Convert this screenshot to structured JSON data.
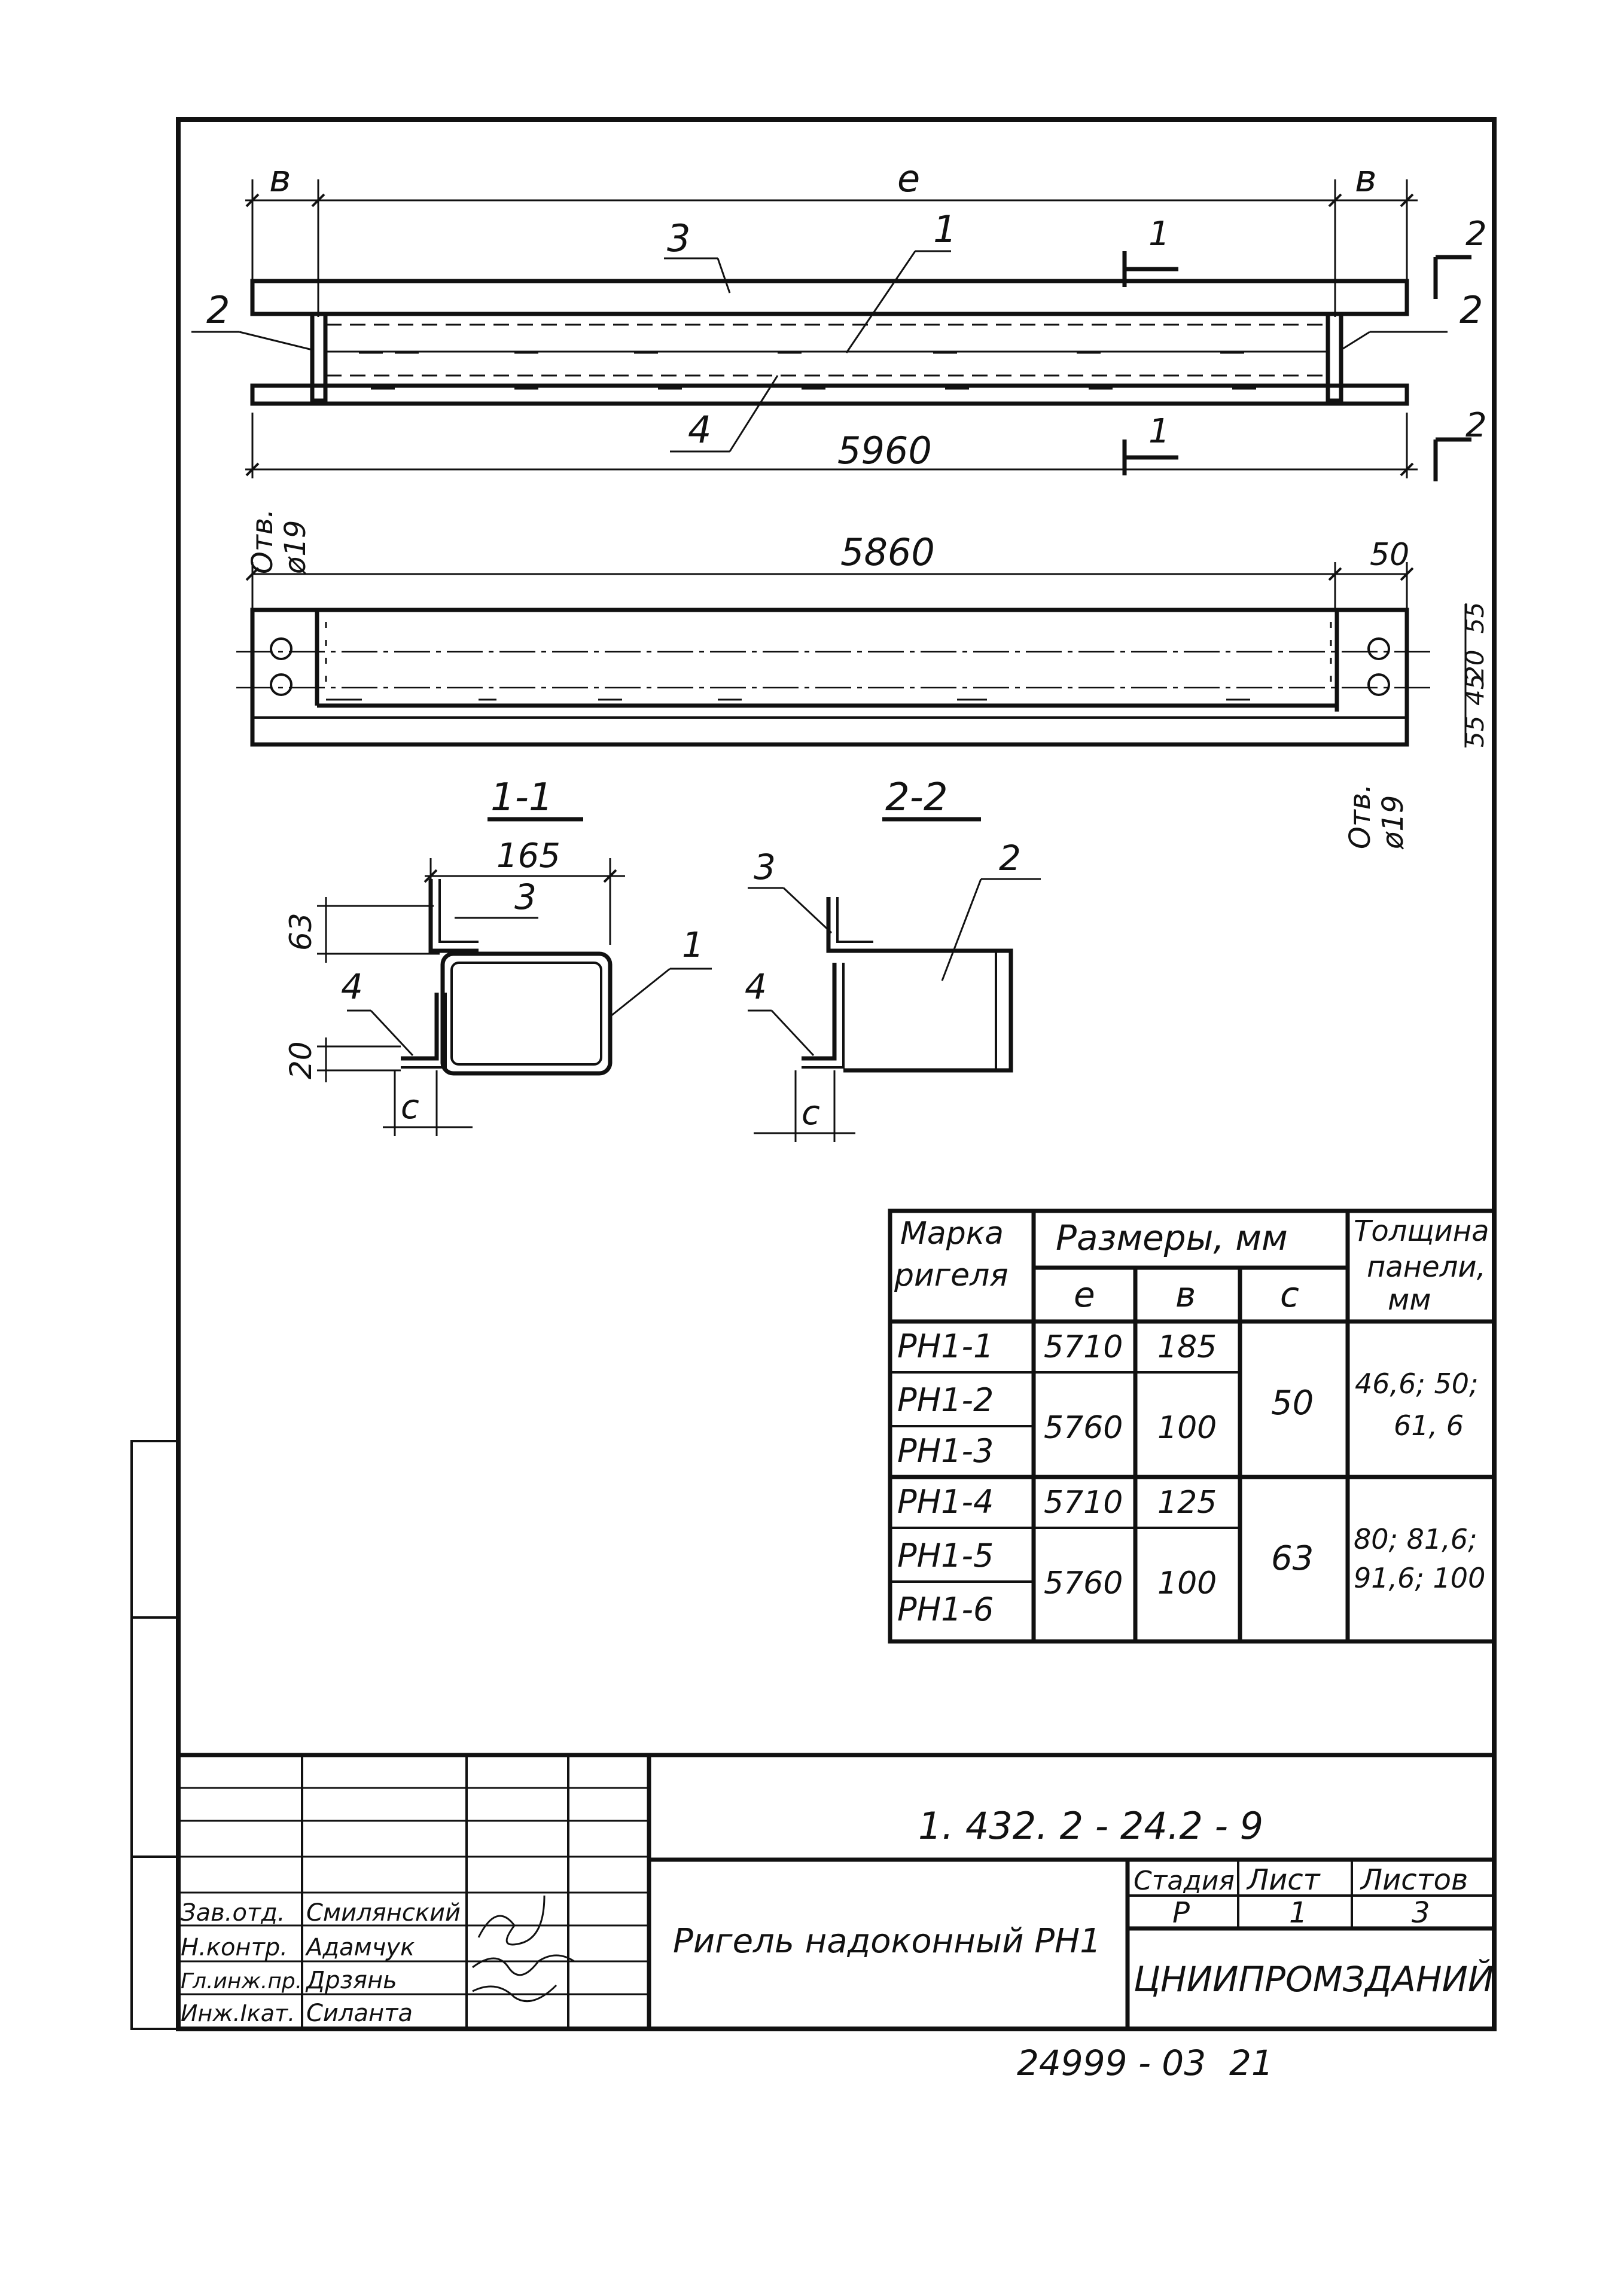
{
  "drawing": {
    "top_view": {
      "dim_b_left": "в",
      "dim_l": "е",
      "dim_b_right": "в",
      "overall_length": "5960",
      "cut_1": "1",
      "cut_2": "2",
      "pos_1": "1",
      "pos_2": "2",
      "pos_3": "3",
      "pos_4": "4"
    },
    "plan_view": {
      "length": "5860",
      "edge_dim": "50",
      "vert_dims": [
        "55",
        "20",
        "45",
        "55"
      ],
      "hole_left": "Отв.",
      "hole_left_dia": "ø19",
      "hole_right": "Отв.",
      "hole_right_dia": "ø19"
    },
    "section_1": {
      "title": "1-1",
      "width": "165",
      "height_top": "63",
      "height_bottom": "20",
      "dim_c": "с",
      "pos_1": "1",
      "pos_3": "3",
      "pos_4": "4"
    },
    "section_2": {
      "title": "2-2",
      "dim_c": "с",
      "pos_2": "2",
      "pos_3": "3",
      "pos_4": "4"
    }
  },
  "spec_table": {
    "header_mark": [
      "Марка",
      "ригеля"
    ],
    "header_sizes": "Размеры, мм",
    "header_thickness": [
      "Толщина",
      "панели,",
      "мм"
    ],
    "sub_l": "е",
    "sub_b": "в",
    "sub_c": "с",
    "rows": [
      {
        "mark": "РН1-1",
        "l": "5710",
        "b": "185"
      },
      {
        "mark": "РН1-2",
        "l": "5760",
        "b": "100"
      },
      {
        "mark": "РН1-3",
        "l": "",
        "b": ""
      },
      {
        "mark": "РН1-4",
        "l": "5710",
        "b": "125"
      },
      {
        "mark": "РН1-5",
        "l": "5760",
        "b": "100"
      },
      {
        "mark": "РН1-6",
        "l": "",
        "b": ""
      }
    ],
    "c_group1": "50",
    "c_group2": "63",
    "thick_group1": [
      "46,6; 50;",
      "61, 6"
    ],
    "thick_group2": [
      "80; 81,6;",
      "91,6; 100"
    ]
  },
  "title_block": {
    "doc_code": "1. 432. 2 - 24.2 - 9",
    "title": "Ригель надоконный РН1",
    "stage_label": "Стадия",
    "sheet_label": "Лист",
    "sheets_label": "Листов",
    "stage": "Р",
    "sheet": "1",
    "sheets": "3",
    "org": "ЦНИИПРОМЗДАНИЙ",
    "signers": [
      {
        "role": "Зав.отд.",
        "name": "Смилянский"
      },
      {
        "role": "Н.контр.",
        "name": "Адамчук"
      },
      {
        "role": "Гл.инж.пр.",
        "name": "Дрзянь"
      },
      {
        "role": "Инж.Iкат.",
        "name": "Силанта"
      }
    ]
  },
  "footer": {
    "archive_no": "24999 - 03",
    "page": "21"
  }
}
